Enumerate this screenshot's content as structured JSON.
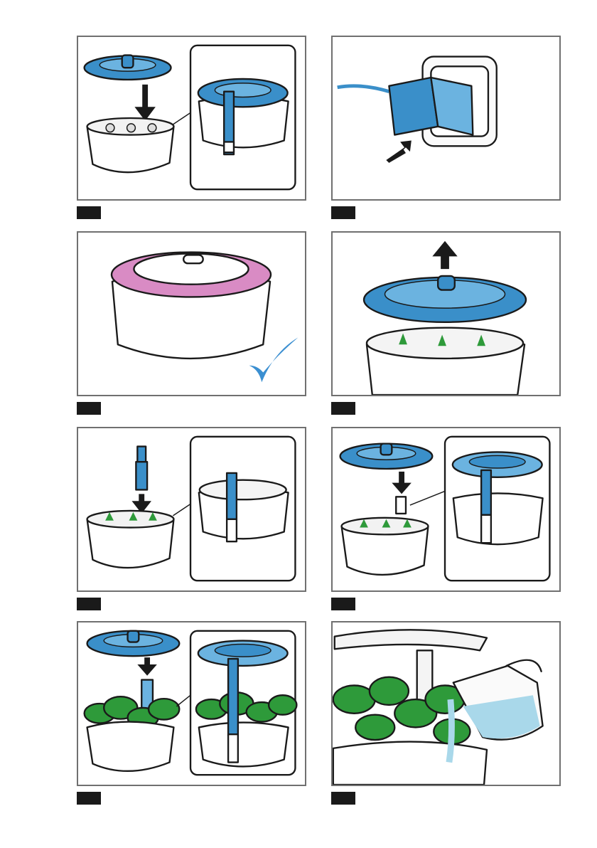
{
  "page": {
    "title": ""
  },
  "steps": [
    {
      "id": 1,
      "label": ""
    },
    {
      "id": 2,
      "label": ""
    },
    {
      "id": 3,
      "label": ""
    },
    {
      "id": 4,
      "label": ""
    },
    {
      "id": 5,
      "label": ""
    },
    {
      "id": 6,
      "label": ""
    },
    {
      "id": 7,
      "label": ""
    },
    {
      "id": 8,
      "label": ""
    }
  ],
  "colors": {
    "lid_blue": "#3a8fc9",
    "lid_blue_light": "#6bb3e0",
    "lid_pink": "#d98bc4",
    "check_blue": "#3b8fd1",
    "leaf_green": "#2e9a3a",
    "water": "#a9d8ea",
    "tag_black": "#1a1a1a",
    "frame_gray": "#707070"
  },
  "icons": [
    "down-arrow-icon",
    "up-arrow-icon",
    "diagonal-arrow-icon",
    "checkmark-icon"
  ]
}
